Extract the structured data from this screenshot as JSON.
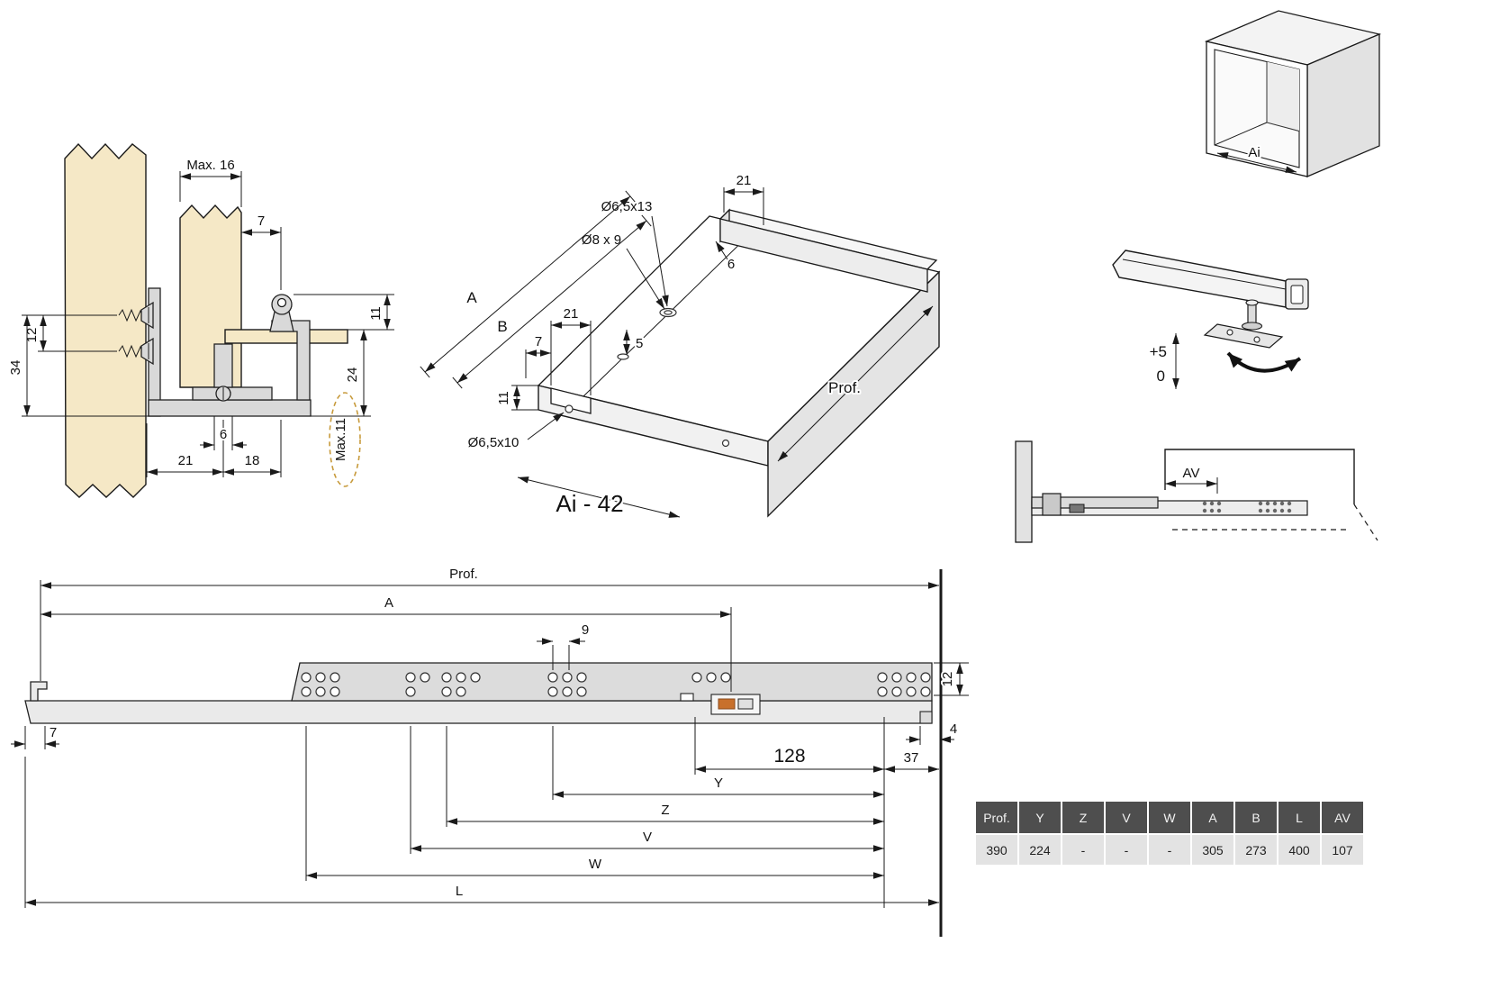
{
  "cross_section": {
    "max16": "Max. 16",
    "d7": "7",
    "d12": "12",
    "d34": "34",
    "d11": "11",
    "d24": "24",
    "d6": "6",
    "d21": "21",
    "d18": "18",
    "max11": "Max.11"
  },
  "iso": {
    "d21_rail": "21",
    "hole_c1": "Ø6,5x13",
    "hole_c2": "Ø8 x 9",
    "d6": "6",
    "dA": "A",
    "dB": "B",
    "d21_notch": "21",
    "d7": "7",
    "d5": "5",
    "d11": "11",
    "hole_front": "Ø6,5x10",
    "prof": "Prof.",
    "ai42": "Ai - 42"
  },
  "cabinet": {
    "ai": "Ai"
  },
  "adjust": {
    "plus5": "+5",
    "zero": "0"
  },
  "extension": {
    "av": "AV"
  },
  "elevation": {
    "prof": "Prof.",
    "dA": "A",
    "d9": "9",
    "d12": "12",
    "d7": "7",
    "d128": "128",
    "d37": "37",
    "d4": "4",
    "dY": "Y",
    "dZ": "Z",
    "dV": "V",
    "dW": "W",
    "dL": "L"
  },
  "table": {
    "headers": [
      "Prof.",
      "Y",
      "Z",
      "V",
      "W",
      "A",
      "B",
      "L",
      "AV"
    ],
    "values": [
      "390",
      "224",
      "-",
      "-",
      "-",
      "305",
      "273",
      "400",
      "107"
    ]
  },
  "colors": {
    "wood": "#f5e8c6",
    "metal": "#d9d9d9",
    "line": "#1a1a1a",
    "highlight_dash": "#c79a3b",
    "latch_accent": "#c8702c",
    "table_header_bg": "#4e4e4e",
    "table_header_text": "#f2f2f2",
    "table_value_bg": "#e3e3e3"
  }
}
